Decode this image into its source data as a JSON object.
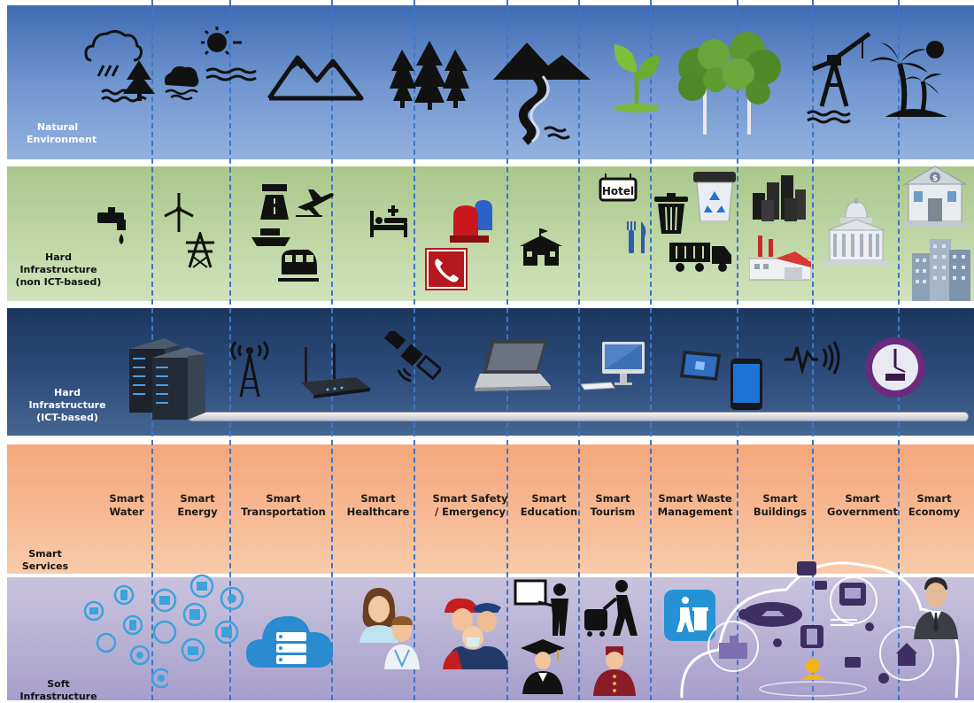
{
  "bands": {
    "natural": "Natural\nEnvironment",
    "hard_non_ict": "Hard\nInfrastructure\n(non ICT-based)",
    "hard_ict": "Hard\nInfrastructure\n(ICT-based)",
    "smart_services": "Smart\nServices",
    "soft": "Soft\nInfrastructure"
  },
  "services": [
    "Smart\nWater",
    "Smart\nEnergy",
    "Smart\nTransportation",
    "Smart\nHealthcare",
    "Smart Safety\n/ Emergency",
    "Smart\nEducation",
    "Smart\nTourism",
    "Smart Waste\nManagement",
    "Smart\nBuildings",
    "Smart\nGovernment",
    "Smart\nEconomy"
  ],
  "icons": {
    "hotel_sign": "Hotel"
  },
  "colors": {
    "divider": "#3d77c9",
    "natural_band": "#6f95cf",
    "hard_band": "#c1d8a8",
    "ict_band": "#2e4d7c",
    "services_band": "#f7bb96",
    "soft_band": "#b5aed2",
    "cloud_icon": "#2a8bd1",
    "soft_app_icon": "#3aa3dc"
  }
}
